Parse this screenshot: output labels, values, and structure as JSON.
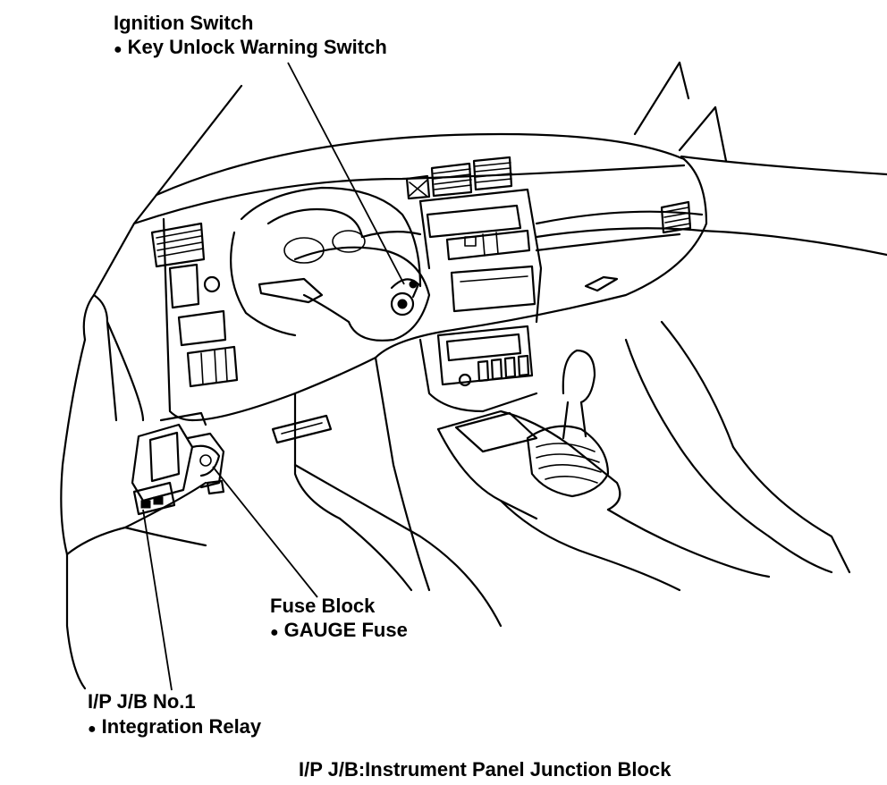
{
  "labels": {
    "ignition": {
      "title": "Ignition Switch",
      "item": "Key Unlock Warning Switch"
    },
    "fuse_block": {
      "title": "Fuse Block",
      "item": "GAUGE Fuse"
    },
    "ip_jb": {
      "title": "I/P J/B No.1",
      "item": "Integration Relay"
    },
    "footnote": "I/P J/B:Instrument Panel Junction Block"
  },
  "bullet_glyph": "●"
}
